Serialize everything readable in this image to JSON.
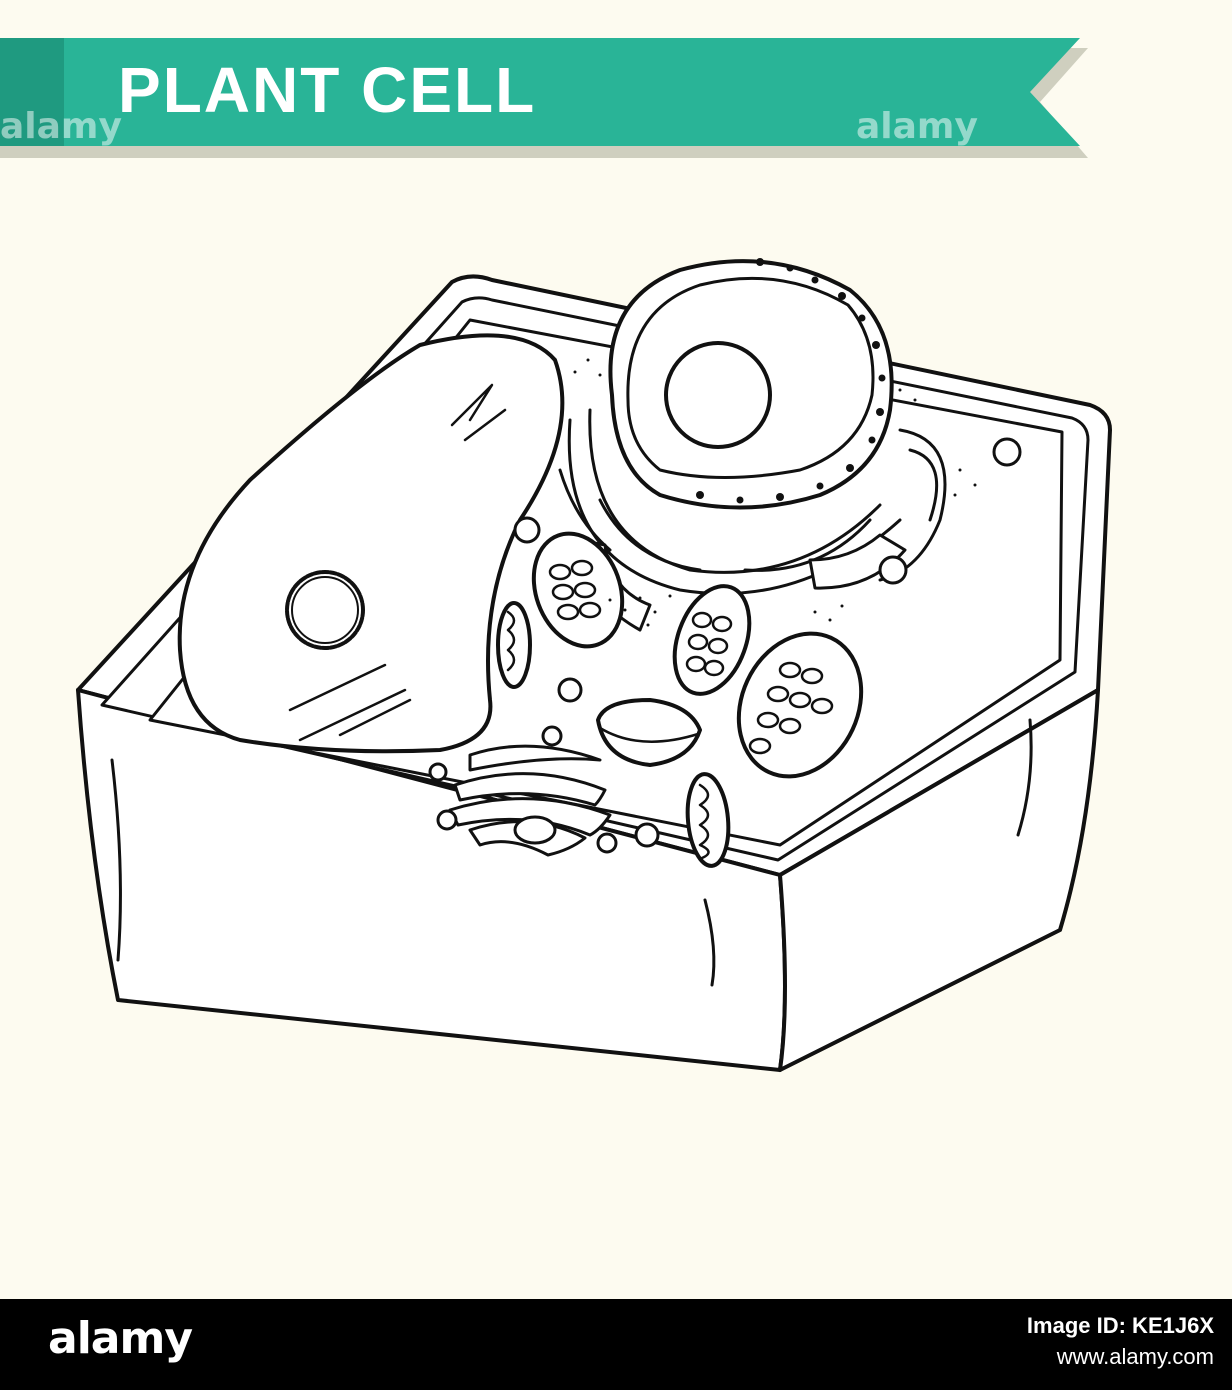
{
  "title": "PLANT CELL",
  "colors": {
    "background": "#fdfbf0",
    "banner": "#29b497",
    "banner_dark": "#1f9a80",
    "banner_shadow": "#cfcfbf",
    "outline": "#111111",
    "cell_fill": "#ffffff"
  },
  "watermark": "alamy",
  "footer": {
    "logo": "alamy",
    "image_id": "Image ID: KE1J6X",
    "url": "www.alamy.com"
  }
}
